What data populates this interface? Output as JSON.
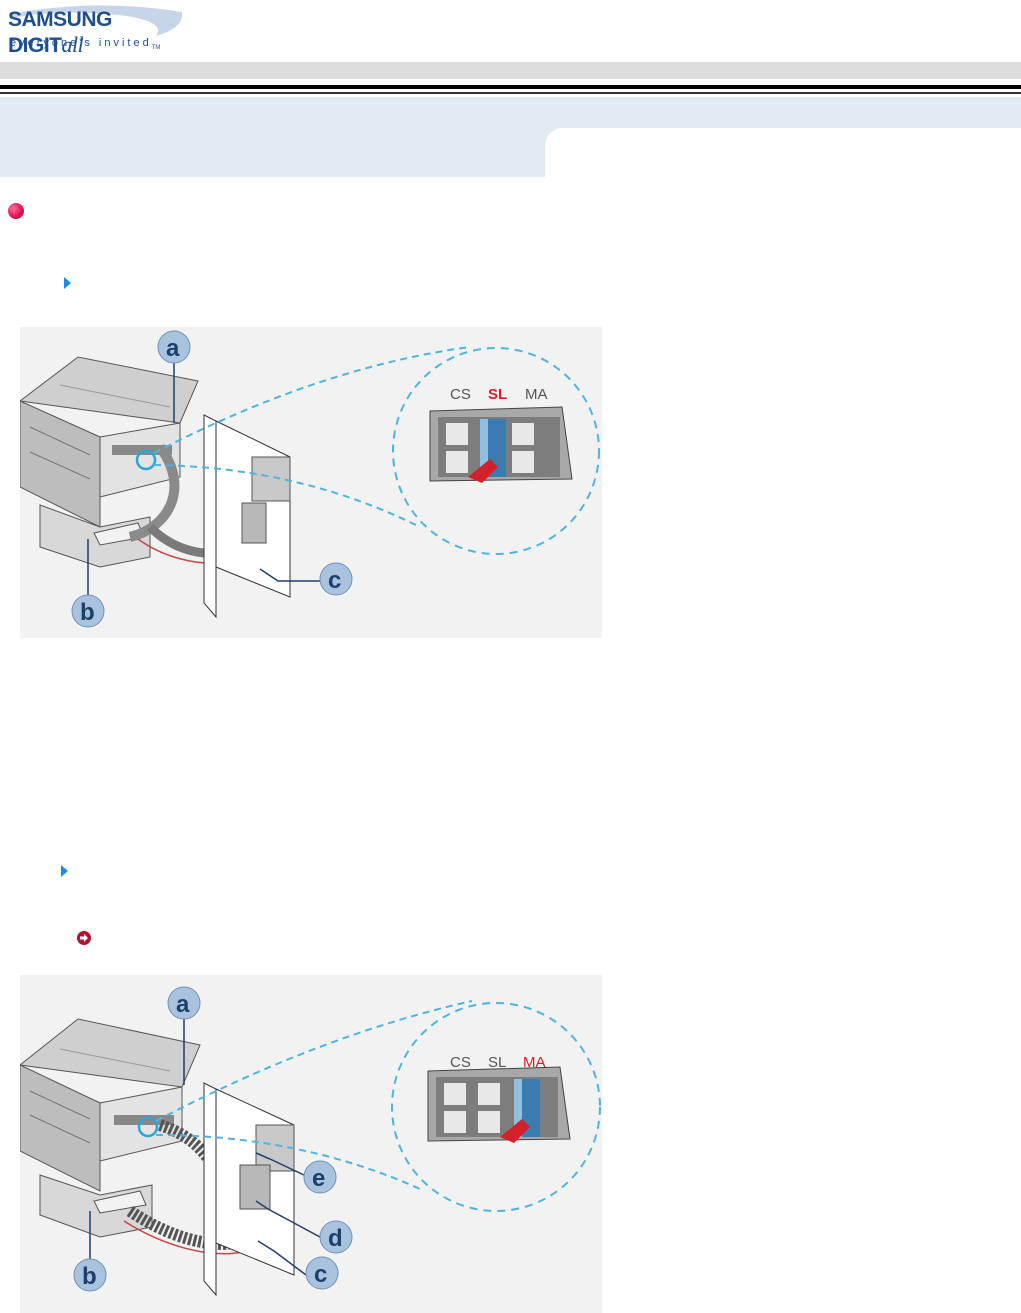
{
  "header": {
    "logo_word": "SAMSUNG DIGIT",
    "logo_word_script": "all",
    "logo_tagline": "everyone's invited",
    "logo_tm": "TM"
  },
  "figure_1": {
    "jumper_labels": [
      "CS",
      "SL",
      "MA"
    ],
    "highlighted_jumper": "SL",
    "callouts": [
      "a",
      "b",
      "c"
    ]
  },
  "figure_2": {
    "jumper_labels": [
      "CS",
      "SL",
      "MA"
    ],
    "highlighted_jumper": "MA",
    "callouts": [
      "a",
      "b",
      "c",
      "d",
      "e"
    ]
  },
  "colors": {
    "brand_blue": "#1d4f91",
    "title_band": "#e1ecf2",
    "bullet_red": "#e01550",
    "arrow_blue": "#1a8ee0",
    "jumper_highlight": "#d4202a",
    "callout_fill": "#a9c3df"
  },
  "icons": [
    "bullet-dot-icon",
    "arrow-right-icon",
    "note-arrow-icon",
    "magnifier-callout-icon"
  ]
}
